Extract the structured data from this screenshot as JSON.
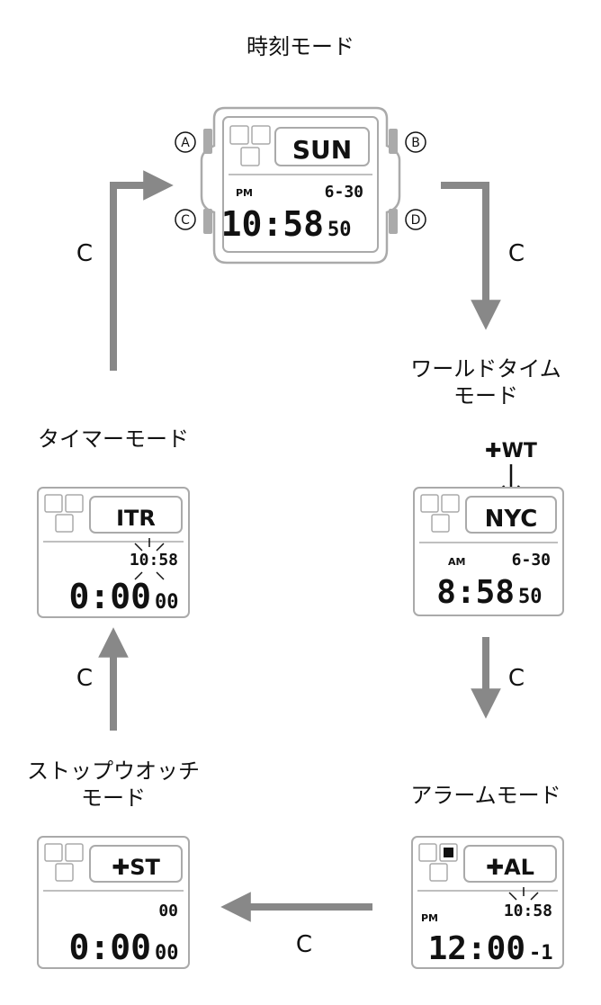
{
  "modes": {
    "time": {
      "label": "時刻モード",
      "day": "SUN",
      "ampm": "PM",
      "date": "6-30",
      "time": "10:58",
      "seconds": "50",
      "buttons": {
        "a": "A",
        "b": "B",
        "c": "C",
        "d": "D"
      }
    },
    "world_time": {
      "label_line1": "ワールドタイム",
      "label_line2": "モード",
      "indicator": "✚WT",
      "city": "NYC",
      "ampm": "AM",
      "date": "6-30",
      "time": "8:58",
      "seconds": "50"
    },
    "alarm": {
      "label": "アラームモード",
      "indicator": "✚AL",
      "ampm": "PM",
      "current_time": "10:58",
      "time": "12:00",
      "alarm_number": "-1"
    },
    "stopwatch": {
      "label_line1": "ストップウオッチ",
      "label_line2": "モード",
      "indicator": "✚ST",
      "top_digits": "00",
      "time": "0:00",
      "sub": "00"
    },
    "timer": {
      "label": "タイマーモード",
      "indicator": "ΙTR",
      "current_time": "10:58",
      "time": "0:00",
      "sub": "00"
    }
  },
  "transitions": {
    "time_to_world": "C",
    "world_to_alarm": "C",
    "alarm_to_stopwatch": "C",
    "stopwatch_to_timer": "C",
    "timer_to_time": "C"
  },
  "colors": {
    "arrow": "#888888",
    "outline": "#aaaaaa",
    "text": "#111111"
  }
}
